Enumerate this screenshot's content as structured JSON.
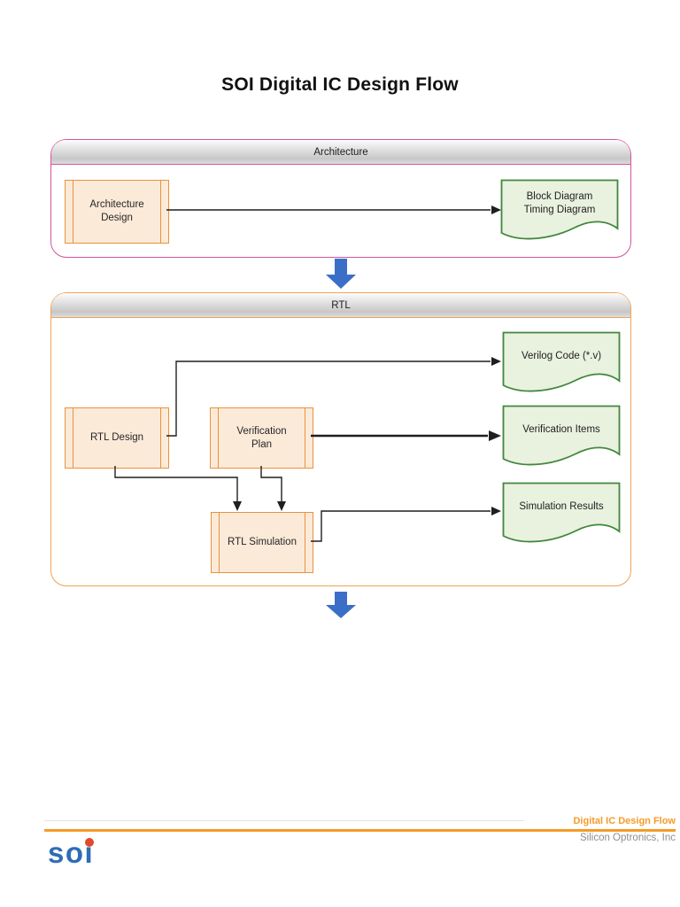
{
  "page": {
    "title": "SOI Digital IC Design Flow"
  },
  "colors": {
    "architecture_container_border": "#d4549c",
    "rtl_container_border": "#f0a355",
    "process_border": "#e8923d",
    "process_fill": "#fcead9",
    "document_border": "#41873c",
    "document_fill": "#e9f1df",
    "flow_arrow_blue": "#3b6fc7",
    "footer_accent_orange": "#f59b28",
    "logo_blue": "#2e6db6",
    "logo_dot_red": "#e1492f"
  },
  "sections": {
    "architecture": {
      "label": "Architecture",
      "processes": {
        "architecture_design": "Architecture\nDesign"
      },
      "documents": {
        "block_diagram": "Block Diagram\nTiming Diagram"
      }
    },
    "rtl": {
      "label": "RTL",
      "processes": {
        "rtl_design": "RTL Design",
        "verification_plan": "Verification\nPlan",
        "rtl_simulation": "RTL Simulation"
      },
      "documents": {
        "verilog": "Verilog Code (*.v)",
        "verification_items": "Verification Items",
        "simulation_results": "Simulation Results"
      }
    }
  },
  "connectors": [
    {
      "from": "Architecture Design",
      "to": "Block Diagram Timing Diagram"
    },
    {
      "from": "RTL Design",
      "to": "Verilog Code (*.v)"
    },
    {
      "from": "Verification Plan",
      "to": "Verification Items"
    },
    {
      "from": "RTL Design",
      "to": "RTL Simulation"
    },
    {
      "from": "Verification Plan",
      "to": "RTL Simulation"
    },
    {
      "from": "RTL Simulation",
      "to": "Simulation Results"
    },
    {
      "from": "Architecture",
      "to": "RTL"
    }
  ],
  "footer": {
    "doc_title": "Digital IC Design Flow",
    "company": "Silicon Optronics, Inc",
    "logo_so": "so",
    "logo_i": "i"
  }
}
